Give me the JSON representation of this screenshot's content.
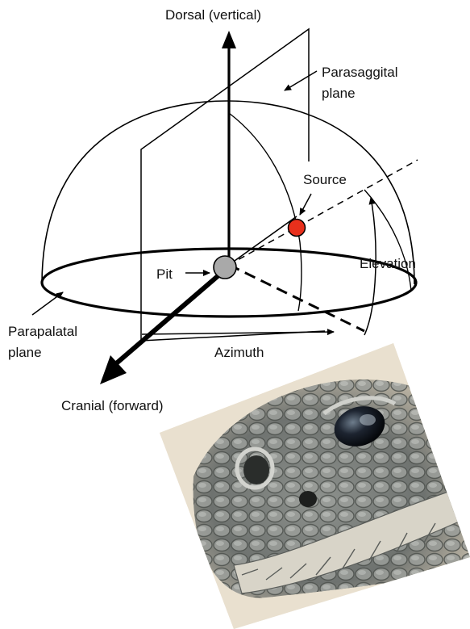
{
  "labels": {
    "dorsal": "Dorsal (vertical)",
    "parasaggital_1": "Parasaggital",
    "parasaggital_2": "plane",
    "source": "Source",
    "elevation": "Elevation",
    "pit": "Pit",
    "parapalatal_1": "Parapalatal",
    "parapalatal_2": "plane",
    "azimuth": "Azimuth",
    "cranial": "Cranial (forward)"
  },
  "colors": {
    "source": "#e8301c",
    "pit": "#a9a9a9",
    "line": "#000000"
  },
  "photo": {
    "subject": "rattlesnake-head-photo"
  }
}
